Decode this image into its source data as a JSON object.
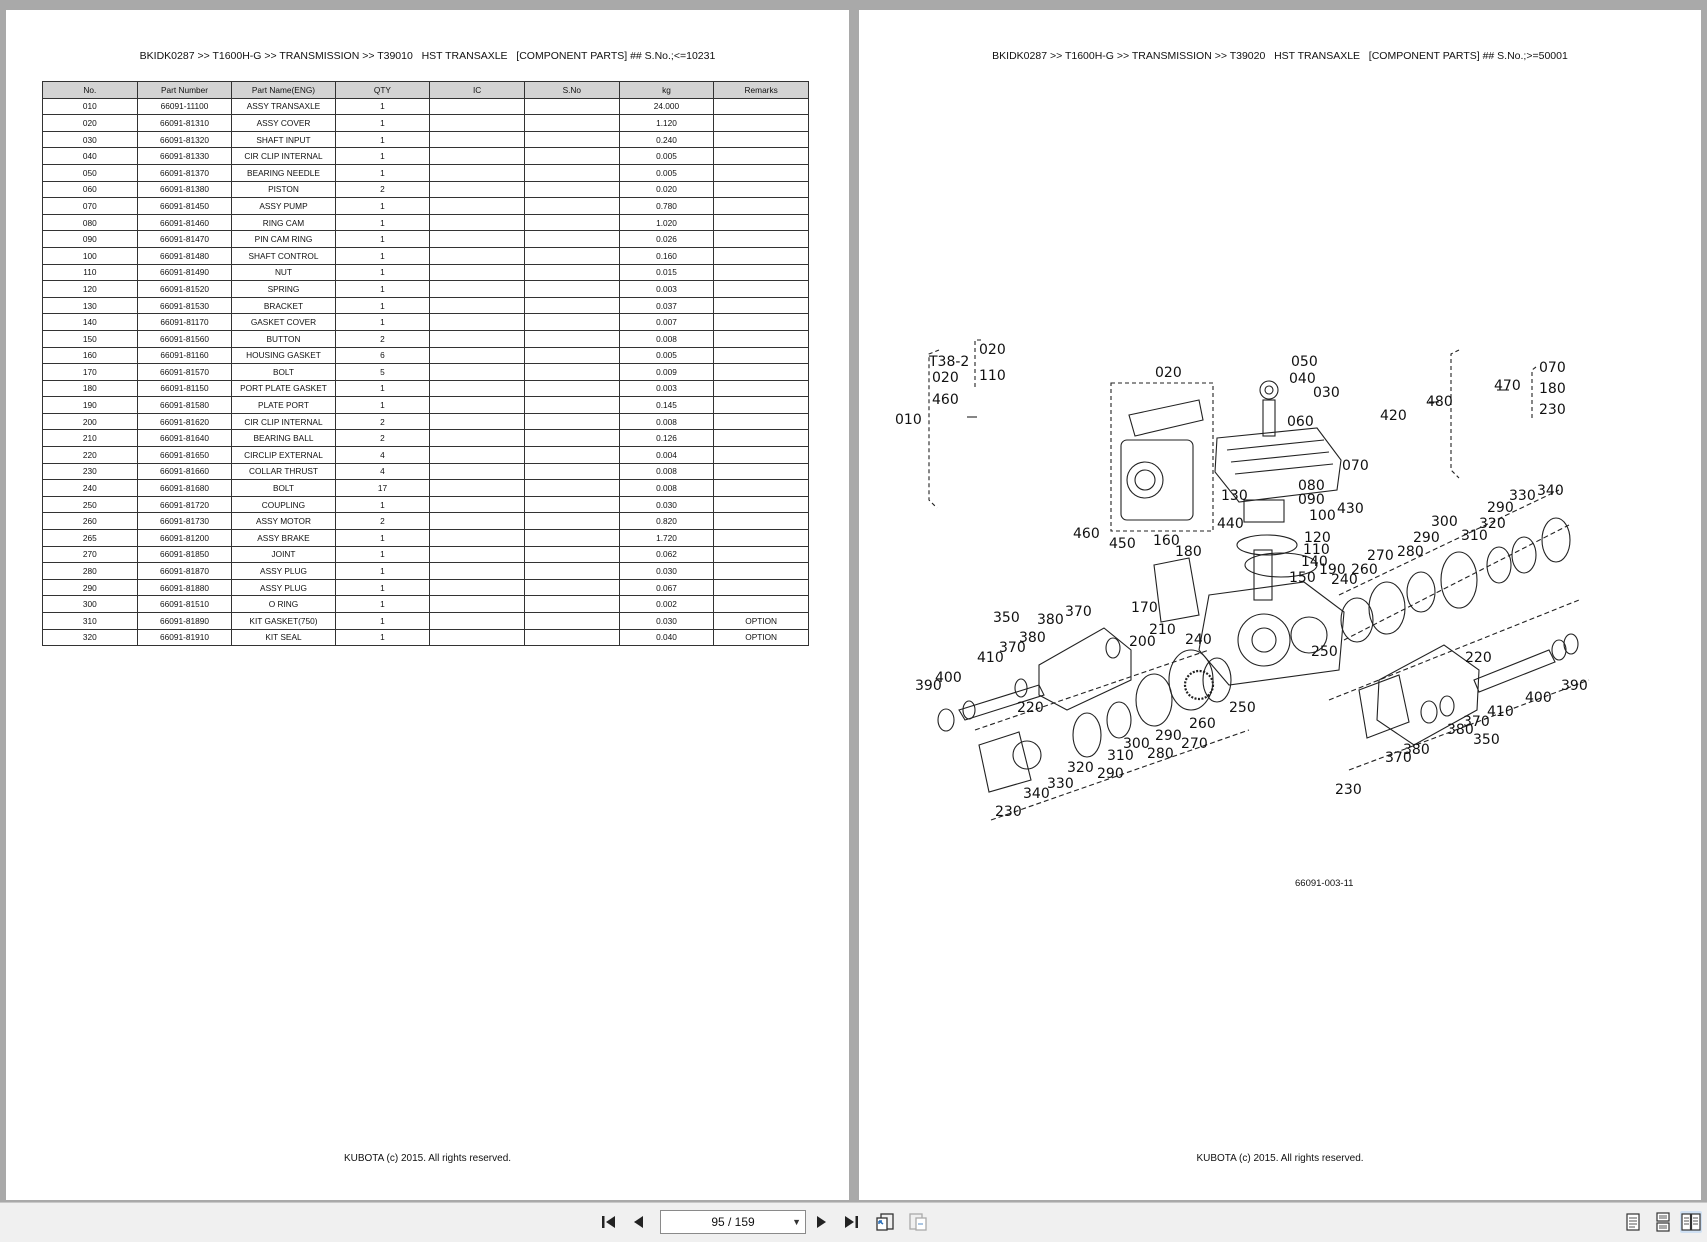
{
  "left_page": {
    "header": "BKIDK0287 >> T1600H-G >> TRANSMISSION >> T39010   HST TRANSAXLE   [COMPONENT PARTS] ## S.No.;<=10231",
    "columns": [
      "No.",
      "Part Number",
      "Part Name(ENG)",
      "QTY",
      "IC",
      "S.No",
      "kg",
      "Remarks"
    ],
    "rows": [
      [
        "010",
        "66091-11100",
        "ASSY TRANSAXLE",
        "1",
        "",
        "",
        "24.000",
        ""
      ],
      [
        "020",
        "66091-81310",
        "ASSY COVER",
        "1",
        "",
        "",
        "1.120",
        ""
      ],
      [
        "030",
        "66091-81320",
        "SHAFT INPUT",
        "1",
        "",
        "",
        "0.240",
        ""
      ],
      [
        "040",
        "66091-81330",
        "CIR CLIP INTERNAL",
        "1",
        "",
        "",
        "0.005",
        ""
      ],
      [
        "050",
        "66091-81370",
        "BEARING NEEDLE",
        "1",
        "",
        "",
        "0.005",
        ""
      ],
      [
        "060",
        "66091-81380",
        "PISTON",
        "2",
        "",
        "",
        "0.020",
        ""
      ],
      [
        "070",
        "66091-81450",
        "ASSY PUMP",
        "1",
        "",
        "",
        "0.780",
        ""
      ],
      [
        "080",
        "66091-81460",
        "RING CAM",
        "1",
        "",
        "",
        "1.020",
        ""
      ],
      [
        "090",
        "66091-81470",
        "PIN CAM RING",
        "1",
        "",
        "",
        "0.026",
        ""
      ],
      [
        "100",
        "66091-81480",
        "SHAFT CONTROL",
        "1",
        "",
        "",
        "0.160",
        ""
      ],
      [
        "110",
        "66091-81490",
        "NUT",
        "1",
        "",
        "",
        "0.015",
        ""
      ],
      [
        "120",
        "66091-81520",
        "SPRING",
        "1",
        "",
        "",
        "0.003",
        ""
      ],
      [
        "130",
        "66091-81530",
        "BRACKET",
        "1",
        "",
        "",
        "0.037",
        ""
      ],
      [
        "140",
        "66091-81170",
        "GASKET COVER",
        "1",
        "",
        "",
        "0.007",
        ""
      ],
      [
        "150",
        "66091-81560",
        "BUTTON",
        "2",
        "",
        "",
        "0.008",
        ""
      ],
      [
        "160",
        "66091-81160",
        "HOUSING GASKET",
        "6",
        "",
        "",
        "0.005",
        ""
      ],
      [
        "170",
        "66091-81570",
        "BOLT",
        "5",
        "",
        "",
        "0.009",
        ""
      ],
      [
        "180",
        "66091-81150",
        "PORT PLATE GASKET",
        "1",
        "",
        "",
        "0.003",
        ""
      ],
      [
        "190",
        "66091-81580",
        "PLATE PORT",
        "1",
        "",
        "",
        "0.145",
        ""
      ],
      [
        "200",
        "66091-81620",
        "CIR CLIP INTERNAL",
        "2",
        "",
        "",
        "0.008",
        ""
      ],
      [
        "210",
        "66091-81640",
        "BEARING BALL",
        "2",
        "",
        "",
        "0.126",
        ""
      ],
      [
        "220",
        "66091-81650",
        "CIRCLIP EXTERNAL",
        "4",
        "",
        "",
        "0.004",
        ""
      ],
      [
        "230",
        "66091-81660",
        "COLLAR  THRUST",
        "4",
        "",
        "",
        "0.008",
        ""
      ],
      [
        "240",
        "66091-81680",
        "BOLT",
        "17",
        "",
        "",
        "0.008",
        ""
      ],
      [
        "250",
        "66091-81720",
        "COUPLING",
        "1",
        "",
        "",
        "0.030",
        ""
      ],
      [
        "260",
        "66091-81730",
        "ASSY MOTOR",
        "2",
        "",
        "",
        "0.820",
        ""
      ],
      [
        "265",
        "66091-81200",
        "ASSY BRAKE",
        "1",
        "",
        "",
        "1.720",
        ""
      ],
      [
        "270",
        "66091-81850",
        "JOINT",
        "1",
        "",
        "",
        "0.062",
        ""
      ],
      [
        "280",
        "66091-81870",
        "ASSY PLUG",
        "1",
        "",
        "",
        "0.030",
        ""
      ],
      [
        "290",
        "66091-81880",
        "ASSY PLUG",
        "1",
        "",
        "",
        "0.067",
        ""
      ],
      [
        "300",
        "66091-81510",
        "O RING",
        "1",
        "",
        "",
        "0.002",
        ""
      ],
      [
        "310",
        "66091-81890",
        "KIT GASKET(750)",
        "1",
        "",
        "",
        "0.030",
        "OPTION"
      ],
      [
        "320",
        "66091-81910",
        "KIT SEAL",
        "1",
        "",
        "",
        "0.040",
        "OPTION"
      ]
    ],
    "footer": "KUBOTA (c) 2015. All rights reserved."
  },
  "right_page": {
    "header": "BKIDK0287 >> T1600H-G >> TRANSMISSION >> T39020   HST TRANSAXLE   [COMPONENT PARTS] ## S.No.;>=50001",
    "diagram_code": "66091-003-11",
    "footer": "KUBOTA (c) 2015. All rights reserved.",
    "callouts": {
      "t38_2": "T38-2",
      "c020": "020",
      "c460": "460",
      "c010": "010",
      "c110": "110",
      "c050": "050",
      "c040": "040",
      "c030": "030",
      "c060": "060",
      "c420": "420",
      "c070": "070",
      "c080": "080",
      "c090": "090",
      "c100": "100",
      "c120": "120",
      "c140": "140",
      "c150": "150",
      "c130": "130",
      "c440": "440",
      "c160": "160",
      "c180": "180",
      "c450": "450",
      "c170": "170",
      "c190": "190",
      "c240": "240",
      "c260": "260",
      "c270": "270",
      "c280": "280",
      "c290": "290",
      "c300": "300",
      "c310": "310",
      "c320": "320",
      "c330": "330",
      "c340": "340",
      "c430": "430",
      "c480": "480",
      "c470": "470",
      "c180b": "180",
      "c230": "230",
      "c350": "350",
      "c380": "380",
      "c370": "370",
      "c410": "410",
      "c400": "400",
      "c390": "390",
      "c220": "220",
      "c210": "210",
      "c200": "200",
      "c250": "250"
    }
  },
  "toolbar": {
    "page_indicator": "95 / 159",
    "icons": [
      "first-page-icon",
      "previous-page-icon",
      "next-page-icon",
      "last-page-icon",
      "previous-view-icon",
      "next-view-icon",
      "single-page-icon",
      "continuous-icon",
      "facing-pages-icon"
    ]
  }
}
